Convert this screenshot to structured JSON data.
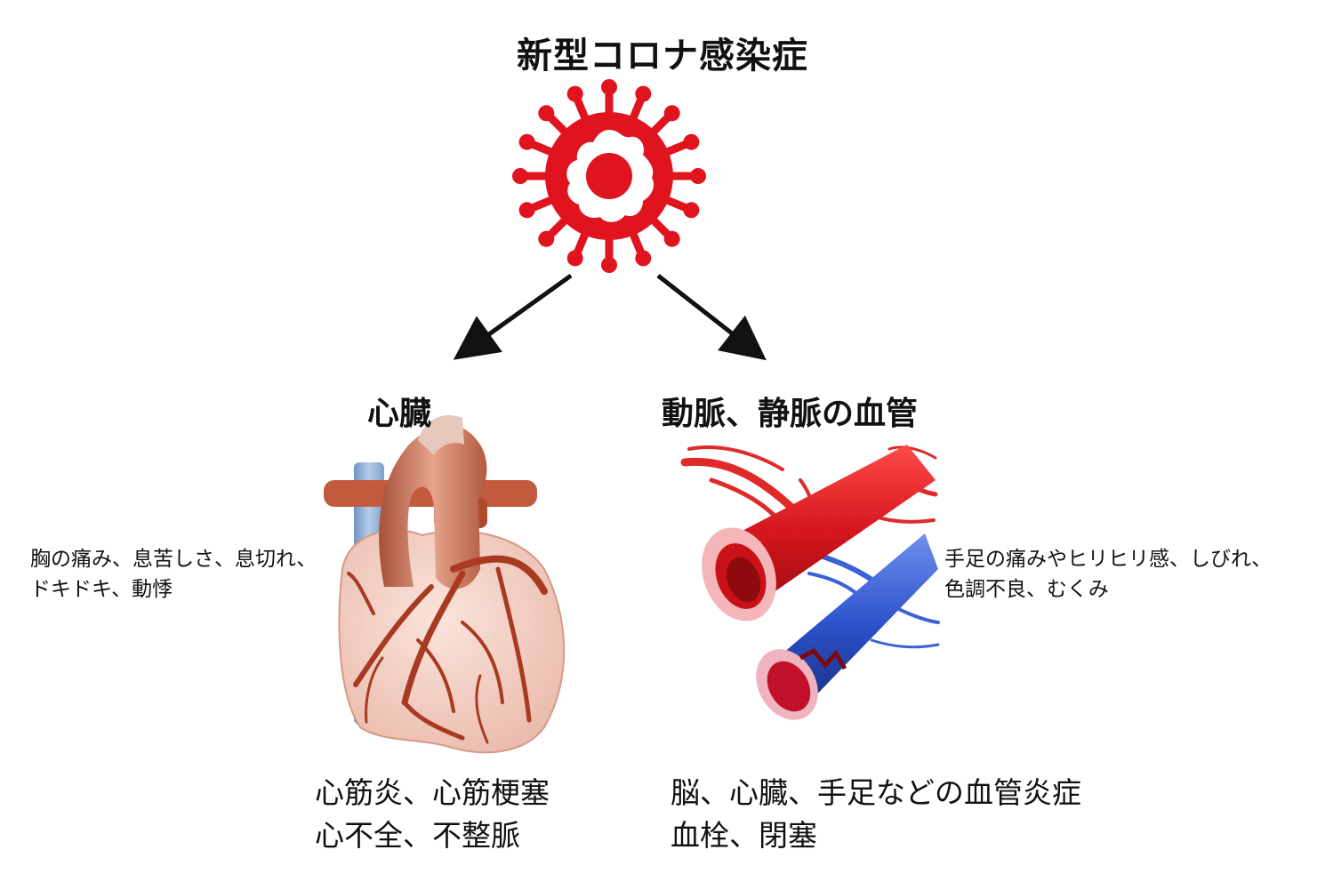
{
  "title": "新型コロナ感染症",
  "heart": {
    "heading": "心臓",
    "symptoms": [
      "胸の痛み、息苦しさ、息切れ、",
      "ドキドキ、動悸"
    ],
    "results": [
      "心筋炎、心筋梗塞",
      "心不全、不整脈"
    ]
  },
  "vessels": {
    "heading": "動脈、静脈の血管",
    "symptoms": [
      "手足の痛みやヒリヒリ感、しびれ、",
      "色調不良、むくみ"
    ],
    "results": [
      "脳、心臓、手足などの血管炎症",
      "血栓、閉塞"
    ]
  },
  "colors": {
    "virus": "#e0141e",
    "artery": "#d4161c",
    "vein": "#2a50c8",
    "heart_body": "#f2cfc4",
    "heart_vessel": "#a8402a",
    "aorta": "#c2664c",
    "vena_cava": "#8fb0d6",
    "arrow": "#111111"
  },
  "icons": [
    "virus-icon",
    "heart-illustration",
    "blood-vessel-illustration"
  ]
}
